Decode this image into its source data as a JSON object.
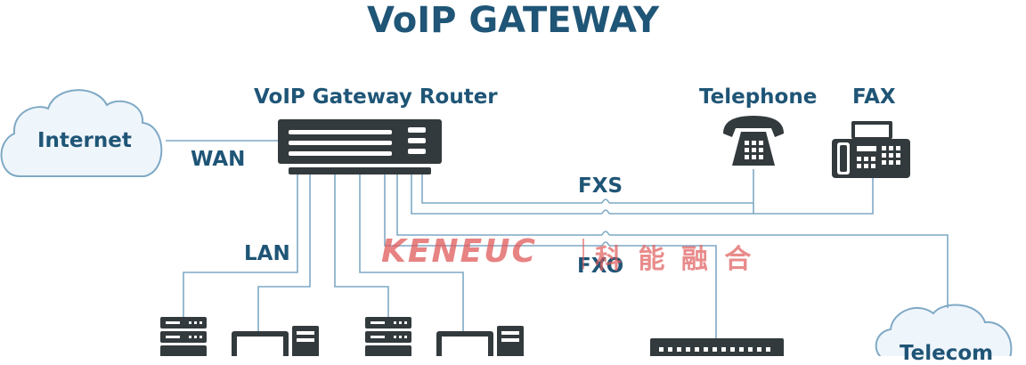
{
  "title": "VoIP GATEWAY",
  "labels": {
    "internet": "Internet",
    "wan": "WAN",
    "router": "VoIP Gateway Router",
    "telephone": "Telephone",
    "fax": "FAX",
    "fxs": "FXS",
    "fxo": "FXO",
    "lan": "LAN",
    "telecom": "Telecom"
  },
  "watermark": {
    "latin": "KENEUC",
    "cjk": "科 能 融 合"
  },
  "colors": {
    "title": "#1f5576",
    "line": "#7fa9c5",
    "device": "#333a3d",
    "cloud_fill": "#eef5fb",
    "watermark": "#e05a5a"
  }
}
